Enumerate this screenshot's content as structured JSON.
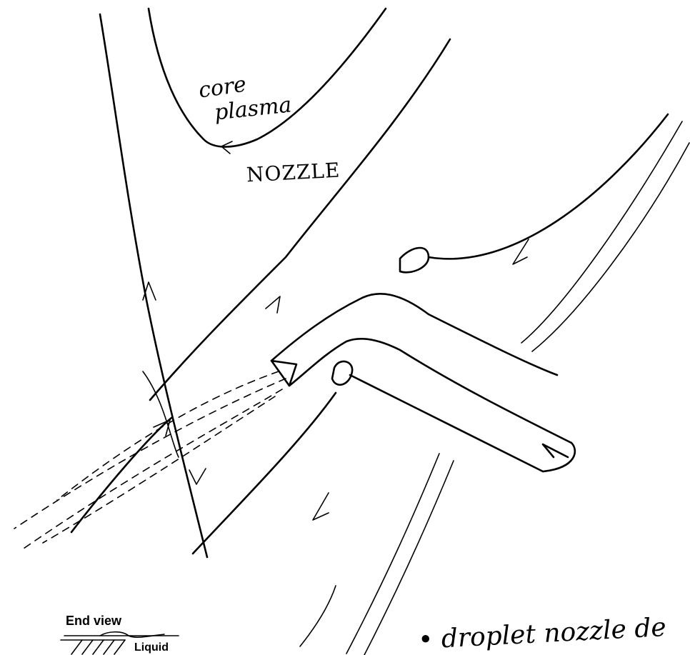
{
  "labels": {
    "core": "core",
    "plasma": "plasma",
    "nozzle": "NOZZLE",
    "caption": "• droplet nozzle de",
    "end_view": "End view",
    "liquid": "Liquid"
  }
}
